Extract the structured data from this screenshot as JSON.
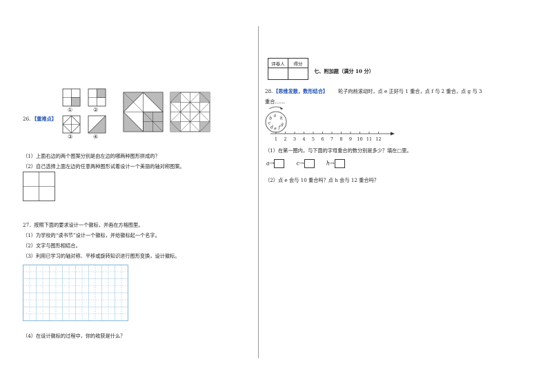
{
  "q26": {
    "number": "26.",
    "tag": "【重难点】",
    "options": [
      "①",
      "②",
      "③",
      "④"
    ],
    "sub1": "（1）上面右边的两个图案分别是由左边的哪两种图形拼成的？",
    "sub2": "（2）自己选择上面左边的任意两种图形试着设计一个美丽的轴对称图案。"
  },
  "q27": {
    "stem": "27．按照下面的要求设计一个徽标，并画在方格图里。",
    "sub1": "（1）为学校的“读书节”设计一个徽标，并给徽标起一个名字。",
    "sub2": "（2）文字与图形相结合。",
    "sub3": "（3）利用已学习的轴对称、平移或旋转知识进行图形变换，设计徽标。",
    "sub4": "（4）在设计徽标的过程中，你的收获是什么？"
  },
  "score_table": {
    "reviewer": "评卷人",
    "score": "得分"
  },
  "section7": {
    "title": "七、附加题（满分 10 分）"
  },
  "q28": {
    "number": "28.",
    "tag": "【思维发散，数形结合】",
    "stem_line1": "轮子向前滚动时，点 e 正好与 1 重合，点 f 与 2 重合，点 g 与 3",
    "stem_line2": "重合……",
    "wheel_letters": [
      "a",
      "b",
      "c",
      "d",
      "e",
      "f",
      "g",
      "h"
    ],
    "ticks": [
      "1",
      "2",
      "3",
      "4",
      "5",
      "6",
      "7",
      "8",
      "9",
      "10",
      "11",
      "12"
    ],
    "sub1": "（1）在第一圈内，与下面的字母重合的数分别是多少？填在□里。",
    "answers": [
      {
        "letter": "a",
        "arrow": "→"
      },
      {
        "letter": "c",
        "arrow": "→"
      },
      {
        "letter": "h",
        "arrow": "→"
      }
    ],
    "sub2": "（2）点 e 会与 10 重合吗？点 h 会与 12 重合吗？"
  }
}
